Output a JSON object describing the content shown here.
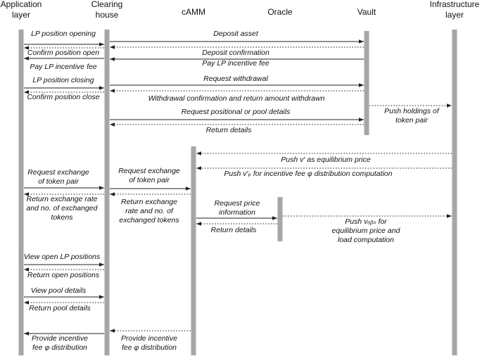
{
  "participants": [
    {
      "id": "app",
      "lines": [
        "Application",
        "layer"
      ]
    },
    {
      "id": "ch",
      "lines": [
        "Clearing",
        "house"
      ]
    },
    {
      "id": "camm",
      "lines": [
        "cAMM"
      ]
    },
    {
      "id": "oracle",
      "lines": [
        "Oracle"
      ]
    },
    {
      "id": "vault",
      "lines": [
        "Vault"
      ]
    },
    {
      "id": "infra",
      "lines": [
        "Infrastructure",
        "layer"
      ]
    }
  ],
  "messages": [
    {
      "from": "app",
      "to": "ch",
      "style": "solid",
      "text": [
        "LP position opening"
      ]
    },
    {
      "from": "ch",
      "to": "vault",
      "style": "solid",
      "text": [
        "Deposit asset"
      ]
    },
    {
      "from": "vault",
      "to": "ch",
      "style": "dotted",
      "text": []
    },
    {
      "from": "ch",
      "to": "app",
      "style": "dotted",
      "text": []
    },
    {
      "from": "ch",
      "to": "app",
      "style": "solid",
      "text": [
        "Confirm position open"
      ]
    },
    {
      "from": "vault",
      "to": "ch",
      "style": "solid",
      "text": [
        "Deposit confirmation"
      ]
    },
    {
      "from": "ch",
      "to": "app",
      "style": "none",
      "text": [
        "Pay LP incentive fee"
      ]
    },
    {
      "from": "ch",
      "to": "vault",
      "style": "none",
      "text": [
        "Pay LP incentive fee"
      ]
    },
    {
      "from": "app",
      "to": "ch",
      "style": "solid",
      "text": [
        "LP position closing"
      ]
    },
    {
      "from": "ch",
      "to": "vault",
      "style": "solid",
      "text": [
        "Request withdrawal"
      ]
    },
    {
      "from": "vault",
      "to": "ch",
      "style": "dotted",
      "text": []
    },
    {
      "from": "ch",
      "to": "app",
      "style": "dotted",
      "text": []
    },
    {
      "from": "ch",
      "to": "app",
      "style": "none",
      "text": [
        "Confirm position close"
      ]
    },
    {
      "from": "vault",
      "to": "ch",
      "style": "none",
      "text": [
        "Withdrawal confirmation and return amount withdrawn"
      ]
    },
    {
      "from": "ch",
      "to": "vault",
      "style": "solid",
      "text": [
        "Request positional or pool details"
      ]
    },
    {
      "from": "vault",
      "to": "infra",
      "style": "dotted",
      "text": [
        "Push holdings of",
        "token pair"
      ]
    },
    {
      "from": "vault",
      "to": "ch",
      "style": "dotted",
      "text": [
        "Return details"
      ]
    },
    {
      "from": "infra",
      "to": "camm",
      "style": "dotted",
      "text": [
        "Push v′ as equilibrium price"
      ]
    },
    {
      "from": "infra",
      "to": "camm",
      "style": "dotted",
      "text": [
        "Push v′ₚ for incentive fee φ distribution computation"
      ]
    },
    {
      "from": "app",
      "to": "ch",
      "style": "solid",
      "text": [
        "Request exchange",
        "of token pair"
      ]
    },
    {
      "from": "ch",
      "to": "camm",
      "style": "solid",
      "text": [
        "Request exchange",
        "of token pair"
      ]
    },
    {
      "from": "camm",
      "to": "ch",
      "style": "dotted",
      "text": []
    },
    {
      "from": "ch",
      "to": "app",
      "style": "dotted",
      "text": [
        "Return exchange rate",
        "and no. of exchanged",
        "tokens"
      ]
    },
    {
      "from": "camm",
      "to": "ch",
      "style": "none",
      "text": [
        "Return exchange",
        "rate and no. of",
        "exchanged tokens"
      ]
    },
    {
      "from": "camm",
      "to": "oracle",
      "style": "solid",
      "text": [
        "Request price",
        "information"
      ]
    },
    {
      "from": "oracle",
      "to": "infra",
      "style": "dotted",
      "text": [
        "Push vₒᵦₛ for",
        "equilibrium price and",
        "load computation"
      ]
    },
    {
      "from": "oracle",
      "to": "camm",
      "style": "dotted",
      "text": [
        "Return details"
      ]
    },
    {
      "from": "app",
      "to": "ch",
      "style": "solid",
      "text": [
        "View open LP positions"
      ]
    },
    {
      "from": "ch",
      "to": "app",
      "style": "dotted",
      "text": [
        "Return open positions"
      ]
    },
    {
      "from": "app",
      "to": "ch",
      "style": "solid",
      "text": [
        "View pool details"
      ]
    },
    {
      "from": "ch",
      "to": "app",
      "style": "dotted",
      "text": [
        "Return pool details"
      ]
    },
    {
      "from": "camm",
      "to": "ch",
      "style": "dotted",
      "text": [
        "Provide incentive",
        "fee φ distribution"
      ]
    },
    {
      "from": "ch",
      "to": "app",
      "style": "solid",
      "text": [
        "Provide incentive",
        "fee φ distribution"
      ]
    }
  ],
  "colors": {
    "lifeline": "#a6a6a6",
    "arrow": "#222222",
    "text": "#111111"
  }
}
